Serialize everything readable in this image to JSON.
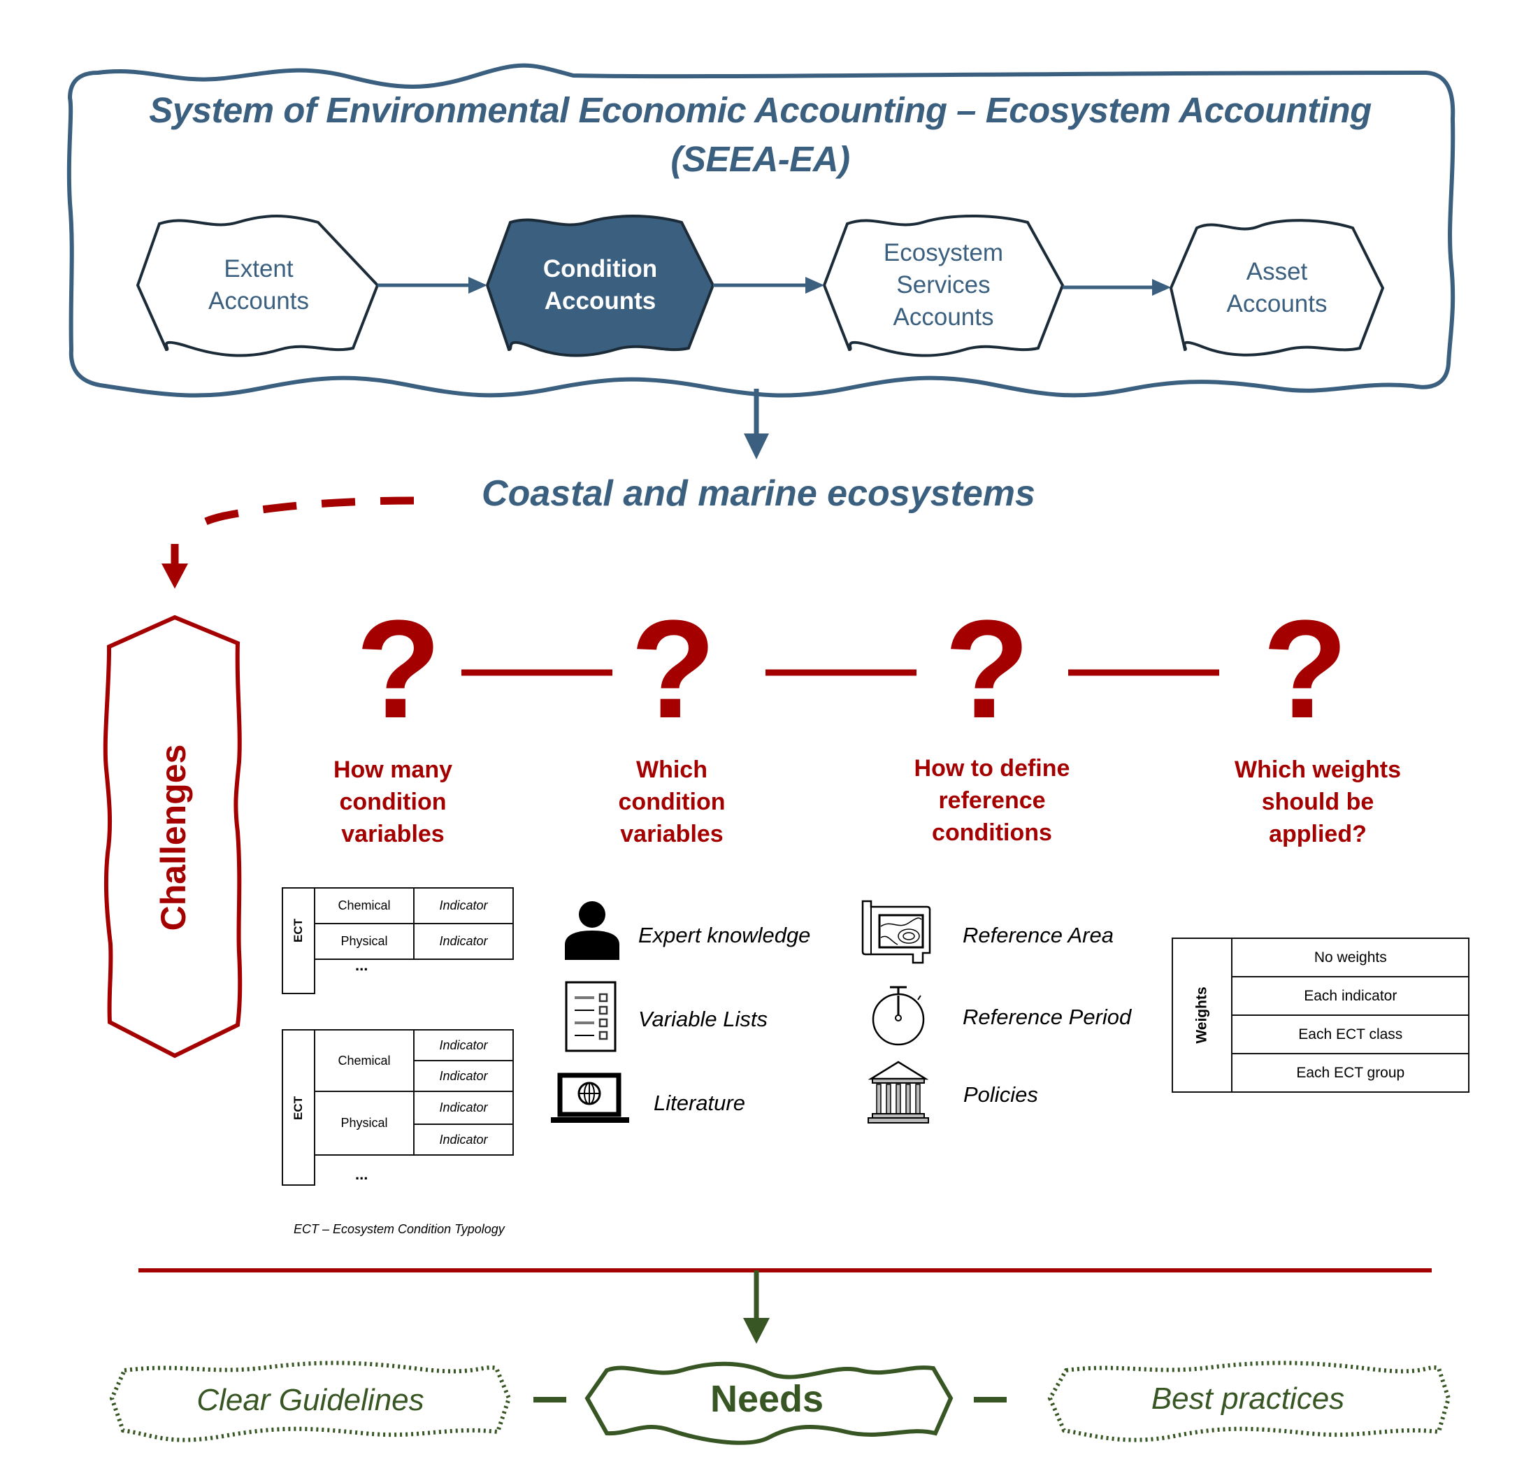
{
  "header": {
    "title_line1": "System of Environmental Economic Accounting – Ecosystem Accounting",
    "title_line2": "(SEEA-EA)"
  },
  "accounts": [
    {
      "label": "Extent\nAccounts",
      "line1": "Extent",
      "line2": "Accounts",
      "line3": "",
      "active": false
    },
    {
      "label": "Condition Accounts",
      "line1": "Condition",
      "line2": "Accounts",
      "line3": "",
      "active": true
    },
    {
      "label": "Ecosystem Services Accounts",
      "line1": "Ecosystem",
      "line2": "Services",
      "line3": "Accounts",
      "active": false
    },
    {
      "label": "Asset Accounts",
      "line1": "Asset",
      "line2": "Accounts",
      "line3": "",
      "active": false
    }
  ],
  "focus": {
    "label": "Coastal and marine ecosystems"
  },
  "challenges": {
    "label": "Challenges",
    "questions": [
      {
        "symbol": "?",
        "line1": "How many",
        "line2": "condition",
        "line3": "variables"
      },
      {
        "symbol": "?",
        "line1": "Which",
        "line2": "condition",
        "line3": "variables"
      },
      {
        "symbol": "?",
        "line1": "How to define",
        "line2": "reference",
        "line3": "conditions"
      },
      {
        "symbol": "?",
        "line1": "Which weights",
        "line2": "should be",
        "line3": "applied?"
      }
    ]
  },
  "ect_tables": {
    "side_label": "ECT",
    "table1": {
      "rows": [
        {
          "class": "Chemical",
          "indicator": "Indicator"
        },
        {
          "class": "Physical",
          "indicator": "Indicator"
        }
      ],
      "more": "..."
    },
    "table2": {
      "groups": [
        {
          "class": "Chemical",
          "indicators": [
            "Indicator",
            "Indicator"
          ]
        },
        {
          "class": "Physical",
          "indicators": [
            "Indicator",
            "Indicator"
          ]
        }
      ],
      "more": "..."
    },
    "footnote": "ECT – Ecosystem Condition Typology"
  },
  "variable_sources": [
    {
      "icon": "person-icon",
      "label": "Expert knowledge"
    },
    {
      "icon": "checklist-icon",
      "label": "Variable Lists"
    },
    {
      "icon": "laptop-globe-icon",
      "label": "Literature"
    }
  ],
  "reference_options": [
    {
      "icon": "map-icon",
      "label": "Reference Area"
    },
    {
      "icon": "stopwatch-icon",
      "label": "Reference Period"
    },
    {
      "icon": "government-building-icon",
      "label": "Policies"
    }
  ],
  "weights": {
    "side_label": "Weights",
    "options": [
      "No weights",
      "Each indicator",
      "Each ECT class",
      "Each ECT group"
    ]
  },
  "needs": {
    "left": "Clear Guidelines",
    "center": "Needs",
    "right": "Best practices"
  },
  "colors": {
    "blue": "#3b5f7f",
    "red": "#a50000",
    "green": "#375623"
  }
}
